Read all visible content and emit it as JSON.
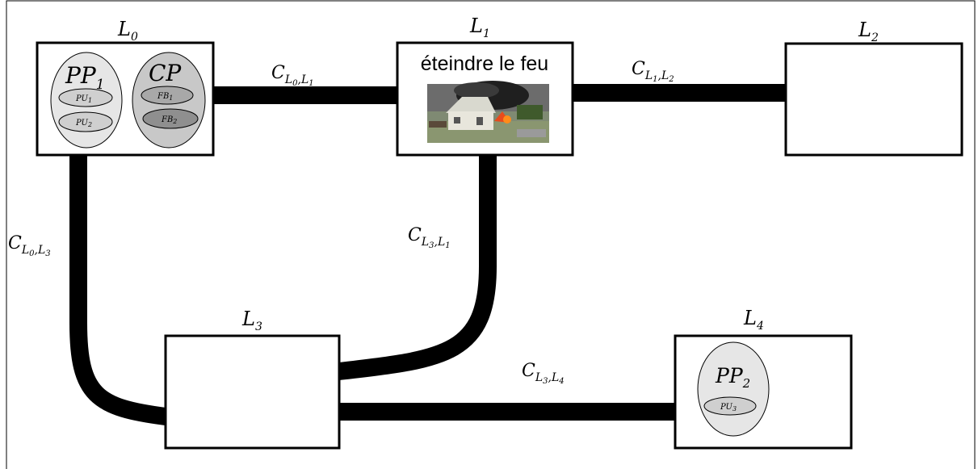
{
  "locations": {
    "L0": {
      "name": "L",
      "sub": "0"
    },
    "L1": {
      "name": "L",
      "sub": "1",
      "action": "éteindre le feu"
    },
    "L2": {
      "name": "L",
      "sub": "2"
    },
    "L3": {
      "name": "L",
      "sub": "3"
    },
    "L4": {
      "name": "L",
      "sub": "4"
    }
  },
  "connections": {
    "L0_L1": {
      "name": "C",
      "sub1": "L",
      "sub1_idx": "0",
      "comma": ",",
      "sub2": "L",
      "sub2_idx": "1"
    },
    "L1_L2": {
      "name": "C",
      "sub1": "L",
      "sub1_idx": "1",
      "comma": ",",
      "sub2": "L",
      "sub2_idx": "2"
    },
    "L0_L3": {
      "name": "C",
      "sub1": "L",
      "sub1_idx": "0",
      "comma": ",",
      "sub2": "L",
      "sub2_idx": "3"
    },
    "L3_L1": {
      "name": "C",
      "sub1": "L",
      "sub1_idx": "3",
      "comma": ",",
      "sub2": "L",
      "sub2_idx": "1"
    },
    "L3_L4": {
      "name": "C",
      "sub1": "L",
      "sub1_idx": "3",
      "comma": ",",
      "sub2": "L",
      "sub2_idx": "4"
    }
  },
  "groups": {
    "PP1": {
      "name": "PP",
      "sub": "1",
      "members": [
        {
          "name": "PU",
          "sub": "1"
        },
        {
          "name": "PU",
          "sub": "2"
        }
      ]
    },
    "CP": {
      "name": "CP",
      "members": [
        {
          "name": "FB",
          "sub": "1"
        },
        {
          "name": "FB",
          "sub": "2"
        }
      ]
    },
    "PP2": {
      "name": "PP",
      "sub": "2",
      "members": [
        {
          "name": "PU",
          "sub": "3"
        }
      ]
    }
  },
  "colors": {
    "pp_fill": "#e6e6e6",
    "cp_fill": "#c8c8c8",
    "pu_fill": "#cfcfcf",
    "fb1_fill": "#a8a8a8",
    "fb2_fill": "#8f8f8f",
    "edge": "#000000"
  }
}
